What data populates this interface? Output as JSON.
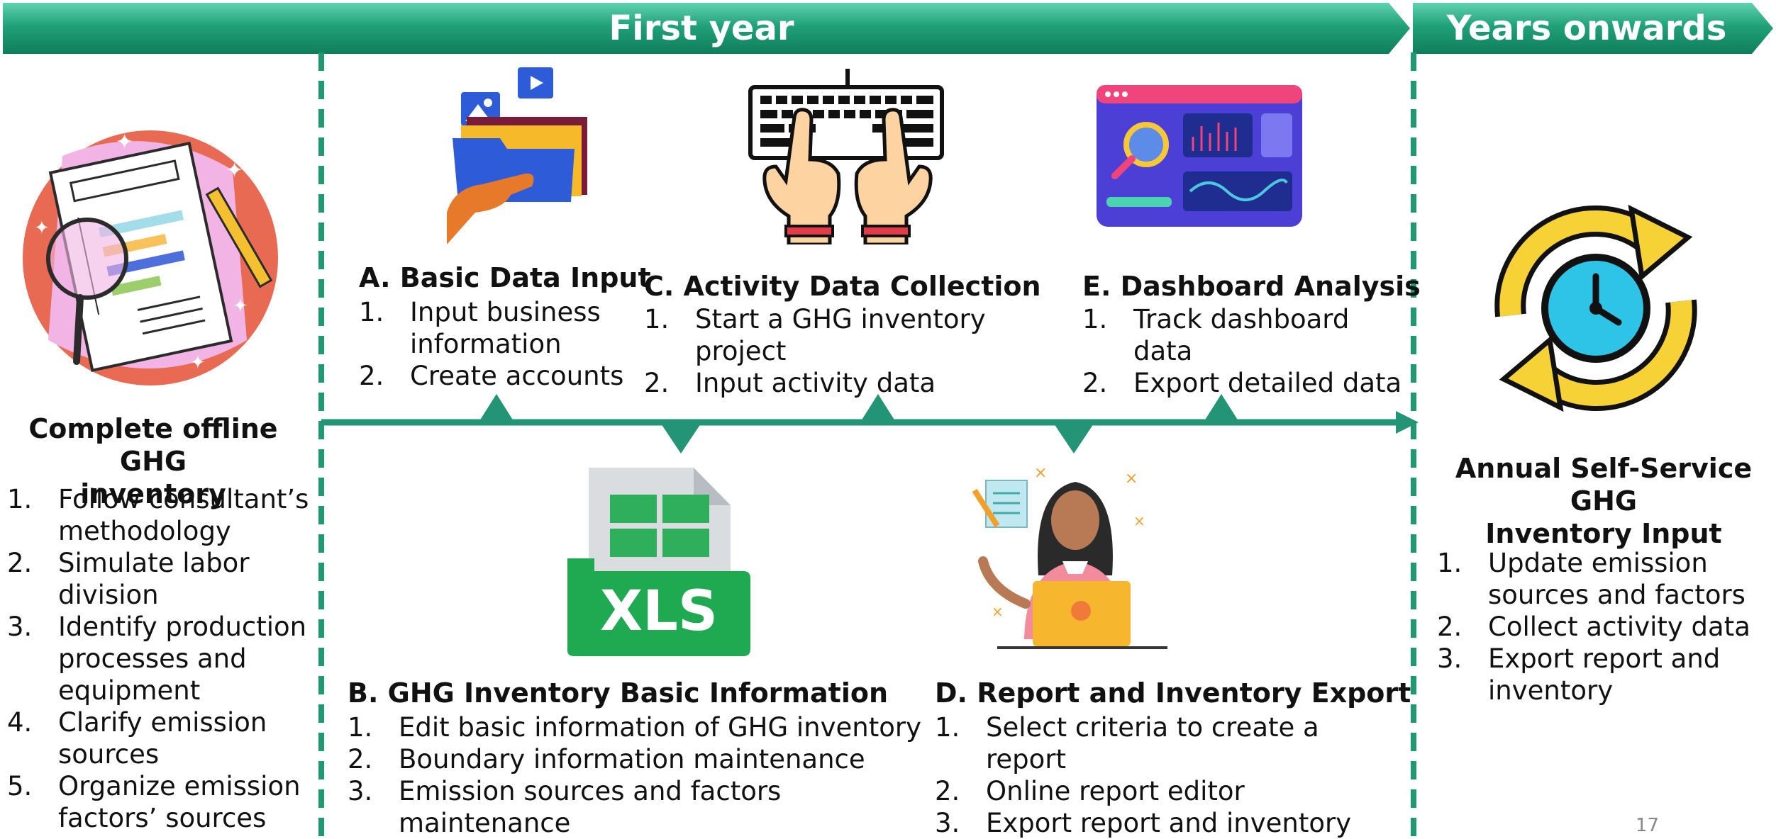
{
  "banners": {
    "first_year": "First year",
    "onwards": "Years onwards"
  },
  "offline": {
    "title_line1": "Complete offline GHG",
    "title_line2": "inventory",
    "items": [
      {
        "num": "1.",
        "line1": "Follow consultant’s",
        "line2": "methodology"
      },
      {
        "num": "2.",
        "line1": "Simulate labor",
        "line2": "division"
      },
      {
        "num": "3.",
        "line1": "Identify production",
        "line2": "processes and",
        "line3": "equipment"
      },
      {
        "num": "4.",
        "line1": "Clarify emission",
        "line2": "sources"
      },
      {
        "num": "5.",
        "line1": "Organize emission",
        "line2": "factors’ sources"
      }
    ]
  },
  "stepA": {
    "title": "A. Basic Data Input",
    "items": [
      {
        "num": "1.",
        "line1": "Input business",
        "line2": "information"
      },
      {
        "num": "2.",
        "line1": "Create accounts"
      }
    ]
  },
  "stepB": {
    "title": "B. GHG Inventory Basic Information",
    "icon_label": "XLS",
    "items": [
      {
        "num": "1.",
        "text": "Edit basic information of GHG inventory"
      },
      {
        "num": "2.",
        "text": "Boundary information maintenance"
      },
      {
        "num": "3.",
        "text": "Emission sources and factors maintenance"
      }
    ]
  },
  "stepC": {
    "title": "C. Activity Data Collection",
    "items": [
      {
        "num": "1.",
        "text": "Start a GHG inventory project"
      },
      {
        "num": "2.",
        "text": "Input activity data"
      }
    ]
  },
  "stepD": {
    "title": "D. Report and Inventory Export",
    "items": [
      {
        "num": "1.",
        "text": "Select criteria to create a report"
      },
      {
        "num": "2.",
        "text": "Online report editor"
      },
      {
        "num": "3.",
        "text": "Export report and inventory"
      }
    ]
  },
  "stepE": {
    "title": "E. Dashboard Analysis",
    "items": [
      {
        "num": "1.",
        "text": "Track dashboard data"
      },
      {
        "num": "2.",
        "text": "Export detailed data"
      }
    ]
  },
  "annual": {
    "title_line1": "Annual Self-Service GHG",
    "title_line2": "Inventory Input",
    "items": [
      {
        "num": "1.",
        "line1": "Update emission",
        "line2": "sources and factors"
      },
      {
        "num": "2.",
        "line1": "Collect activity data"
      },
      {
        "num": "3.",
        "line1": "Export report and",
        "line2": "inventory"
      }
    ]
  },
  "page_number": "17",
  "colors": {
    "banner": "#1e9a6e",
    "timeline": "#249476",
    "divider": "#1f9a70"
  }
}
